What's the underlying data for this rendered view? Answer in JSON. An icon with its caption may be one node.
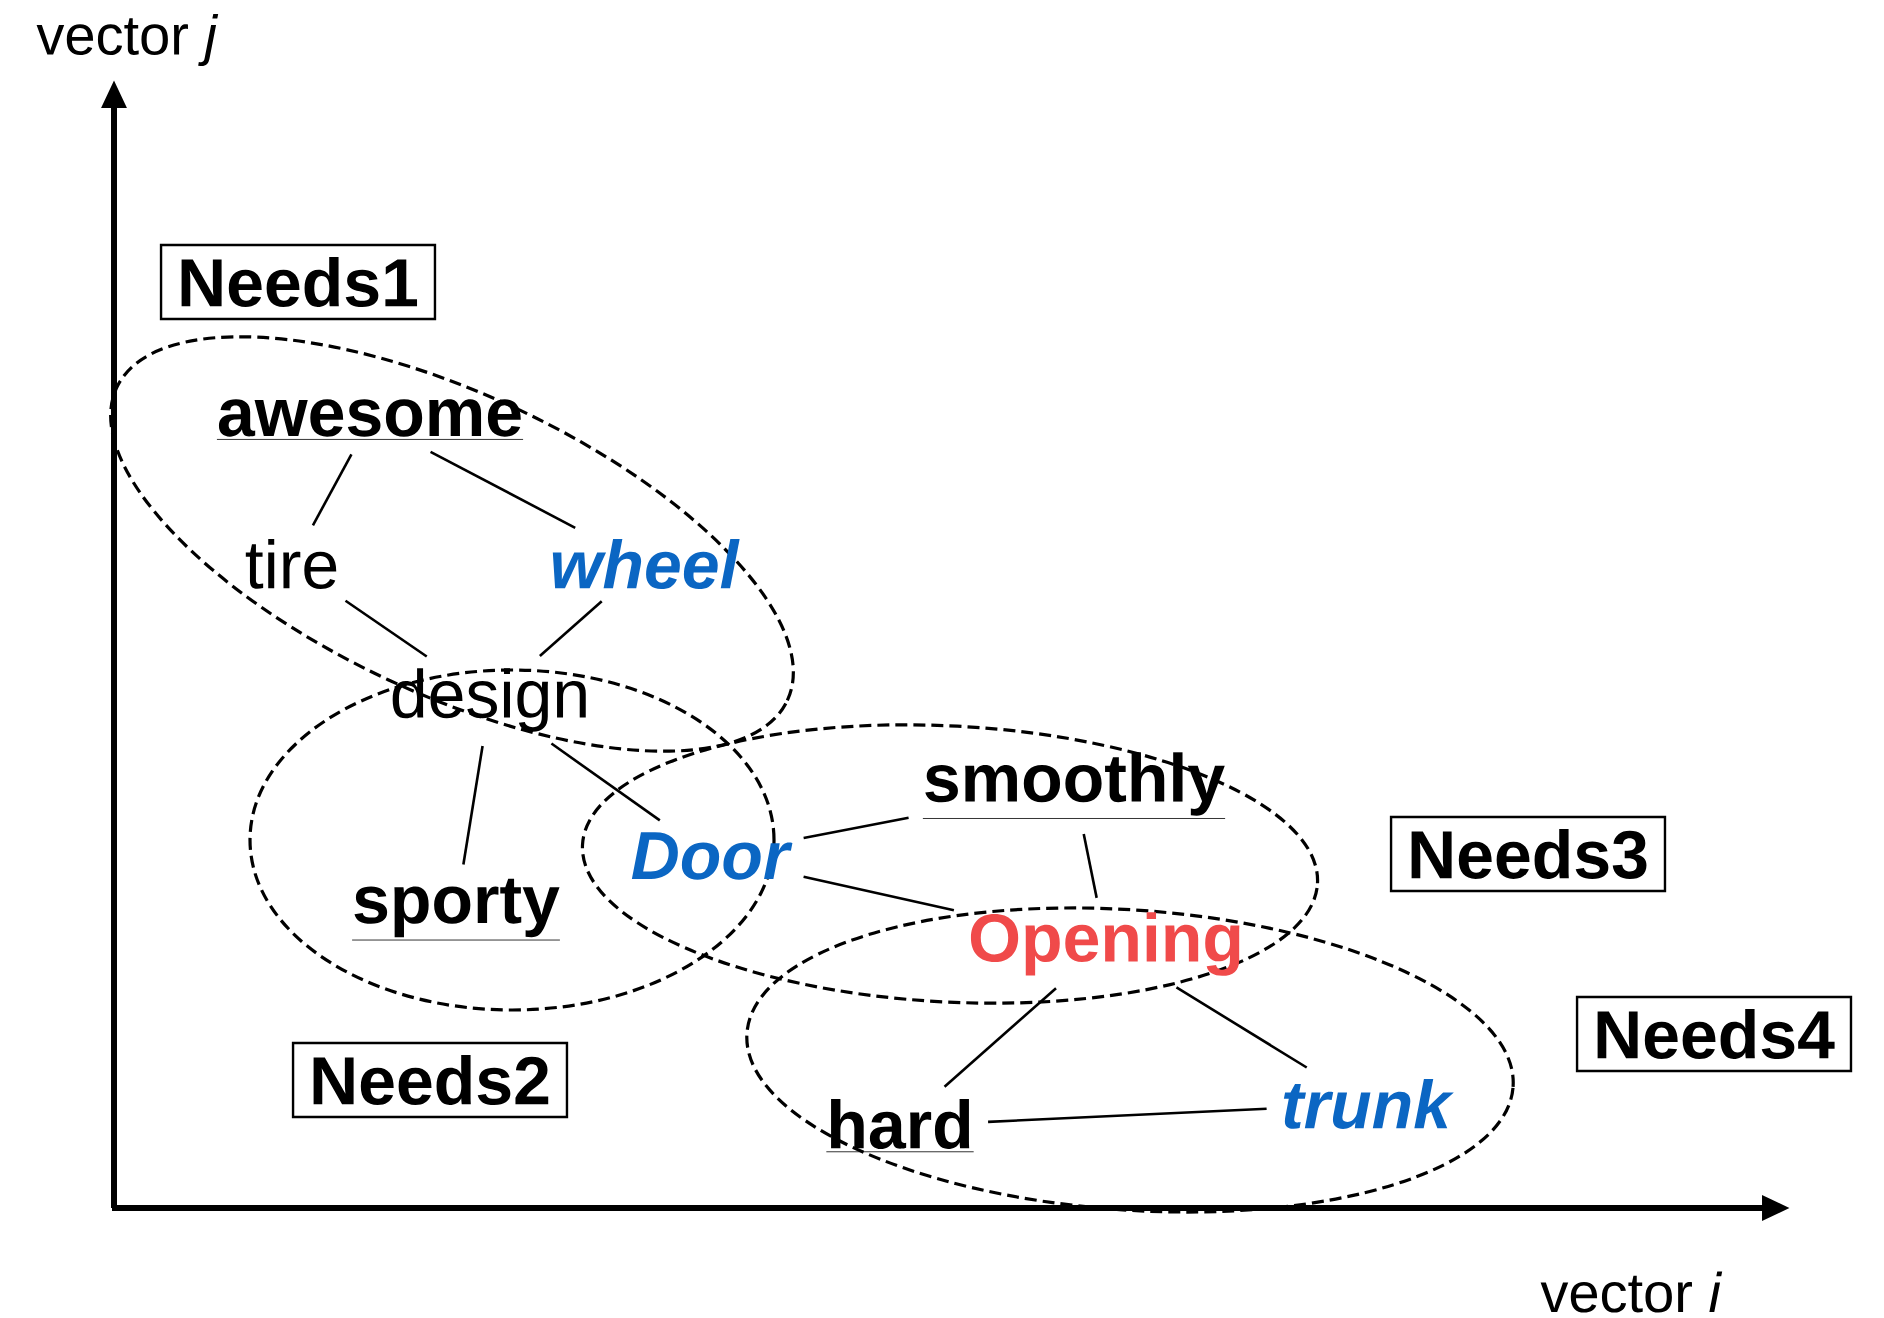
{
  "diagram": {
    "nodes": [
      {
        "text": [
          "Needs1"
        ]
      },
      {
        "text": [
          "awesome"
        ]
      },
      {
        "text": [
          "tire"
        ]
      },
      {
        "text": [
          "wheel"
        ]
      },
      {
        "text": [
          "design"
        ]
      },
      {
        "text": [
          "Door"
        ]
      },
      {
        "text": [
          "sporty"
        ]
      },
      {
        "text": [
          "smoothly"
        ]
      },
      {
        "text": [
          "Needs3"
        ]
      },
      {
        "text": [
          "Opening"
        ]
      },
      {
        "text": [
          "Needs2"
        ]
      },
      {
        "text": [
          "Needs4"
        ]
      },
      {
        "text": [
          "hard"
        ]
      },
      {
        "text": [
          "trunk"
        ]
      }
    ],
    "edges": [
      {
        "from": 1,
        "to": 2,
        "arrow": "none"
      },
      {
        "from": 1,
        "to": 3,
        "arrow": "none"
      },
      {
        "from": 2,
        "to": 4,
        "arrow": "none"
      },
      {
        "from": 3,
        "to": 4,
        "arrow": "none"
      },
      {
        "from": 4,
        "to": 6,
        "arrow": "none"
      },
      {
        "from": 4,
        "to": 5,
        "arrow": "none"
      },
      {
        "from": 5,
        "to": 7,
        "arrow": "none"
      },
      {
        "from": 7,
        "to": 9,
        "arrow": "none"
      },
      {
        "from": 5,
        "to": 9,
        "arrow": "none"
      },
      {
        "from": 9,
        "to": 12,
        "arrow": "none"
      },
      {
        "from": 9,
        "to": 13,
        "arrow": "none"
      },
      {
        "from": 12,
        "to": 13,
        "arrow": "none"
      }
    ],
    "labels": [
      "vector *j*",
      "vector *i*"
    ]
  }
}
